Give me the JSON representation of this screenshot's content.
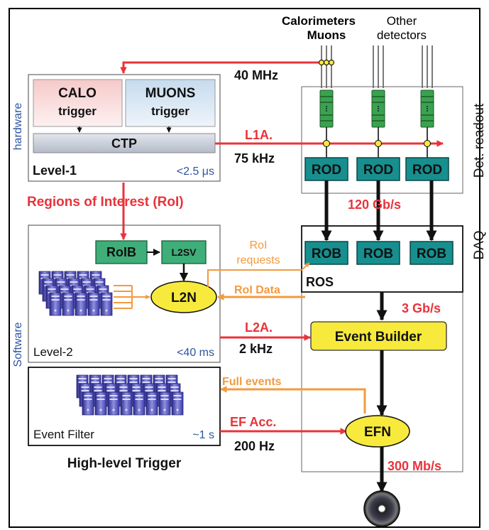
{
  "inputs": {
    "calorimeters": "Calorimeters",
    "muons": "Muons",
    "other_line1": "Other",
    "other_line2": "detectors"
  },
  "labels": {
    "rate_40mhz": "40 MHz",
    "det_readout": "Det. readout",
    "daq": "DAQ",
    "hardware": "hardware",
    "software": "Software",
    "regions_of_interest": "Regions of Interest (RoI)",
    "l1a": "L1A.",
    "l1a_rate": "75 kHz",
    "bw_120": "120 Gb/s",
    "bw_3": "3 Gb/s",
    "bw_300": "300 Mb/s",
    "roi_requests_line1": "RoI",
    "roi_requests_line2": "requests",
    "roi_data": "RoI Data",
    "l2a": "L2A.",
    "l2a_rate": "2 kHz",
    "full_events": "Full events",
    "ef_acc": "EF Acc.",
    "ef_rate": "200 Hz",
    "hlt": "High-level Trigger"
  },
  "level1": {
    "calo_line1": "CALO",
    "calo_line2": "trigger",
    "muons_line1": "MUONS",
    "muons_line2": "trigger",
    "ctp": "CTP",
    "title": "Level-1",
    "latency": "<2.5 μs"
  },
  "level2": {
    "roib": "RoIB",
    "l2sv": "L2SV",
    "l2n": "L2N",
    "title": "Level-2",
    "latency": "<40 ms"
  },
  "event_filter": {
    "title": "Event Filter",
    "latency": "~1 s",
    "efn": "EFN"
  },
  "readout": {
    "rod": "ROD",
    "rob": "ROB",
    "ros": "ROS",
    "event_builder": "Event Builder"
  },
  "colors": {
    "red": "#e8333a",
    "orange": "#f39a3e",
    "blue_label": "#2e55a0",
    "teal": "#178f8f",
    "green_box": "#3fae79",
    "yellow": "#f7ea3c"
  },
  "icons": [
    "server-rack-icon",
    "storage-disk-icon",
    "module-icon"
  ]
}
